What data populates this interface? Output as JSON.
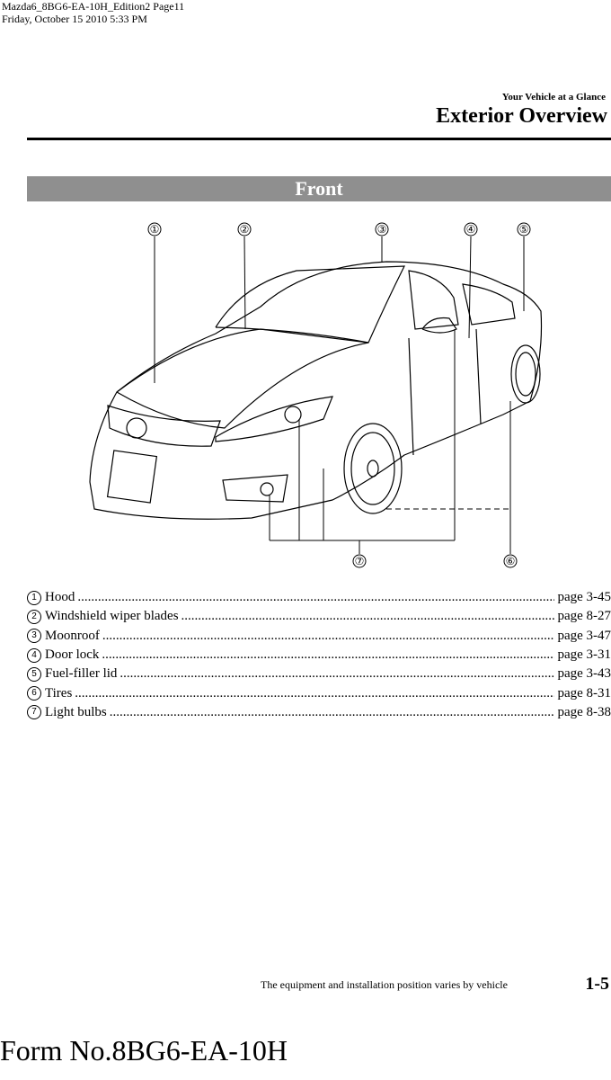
{
  "header": {
    "line1": "Mazda6_8BG6-EA-10H_Edition2 Page11",
    "line2": "Friday, October 15 2010 5:33 PM"
  },
  "section": {
    "small": "Your Vehicle at a Glance",
    "title": "Exterior Overview"
  },
  "front_label": "Front",
  "callouts": [
    "①",
    "②",
    "③",
    "④",
    "⑤",
    "⑥",
    "⑦"
  ],
  "items": [
    {
      "num": "1",
      "label": "Hood",
      "page": "page 3-45"
    },
    {
      "num": "2",
      "label": "Windshield wiper blades",
      "page": "page 8-27"
    },
    {
      "num": "3",
      "label": "Moonroof",
      "page": "page 3-47"
    },
    {
      "num": "4",
      "label": "Door lock",
      "page": "page 3-31"
    },
    {
      "num": "5",
      "label": "Fuel-filler lid",
      "page": "page 3-43"
    },
    {
      "num": "6",
      "label": "Tires",
      "page": "page 8-31"
    },
    {
      "num": "7",
      "label": "Light bulbs",
      "page": "page 8-38"
    }
  ],
  "footer": {
    "note": "The equipment and installation position varies by vehicle",
    "page": "1-5",
    "form": "Form No.8BG6-EA-10H"
  }
}
